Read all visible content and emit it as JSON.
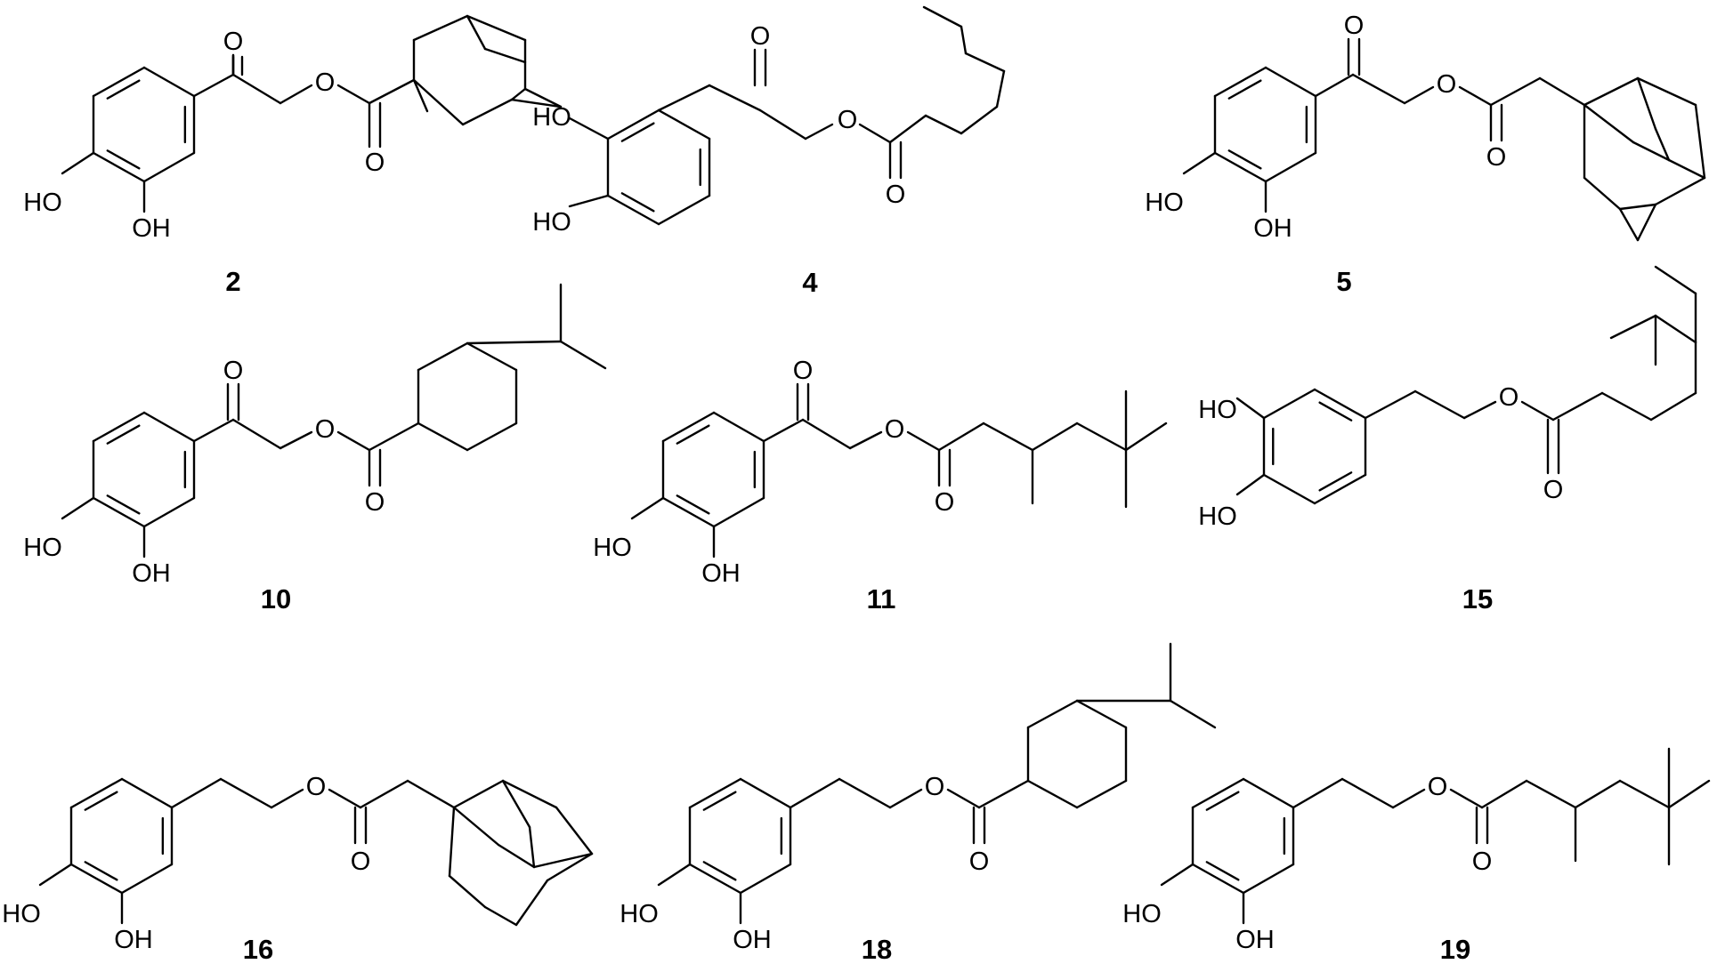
{
  "atom_labels": {
    "oxygen": "O",
    "hydroxyl_right": "OH",
    "hydroxyl_left": "HO"
  },
  "compounds": [
    {
      "id": "2"
    },
    {
      "id": "4"
    },
    {
      "id": "5"
    },
    {
      "id": "10"
    },
    {
      "id": "11"
    },
    {
      "id": "15"
    },
    {
      "id": "16"
    },
    {
      "id": "18"
    },
    {
      "id": "19"
    }
  ]
}
